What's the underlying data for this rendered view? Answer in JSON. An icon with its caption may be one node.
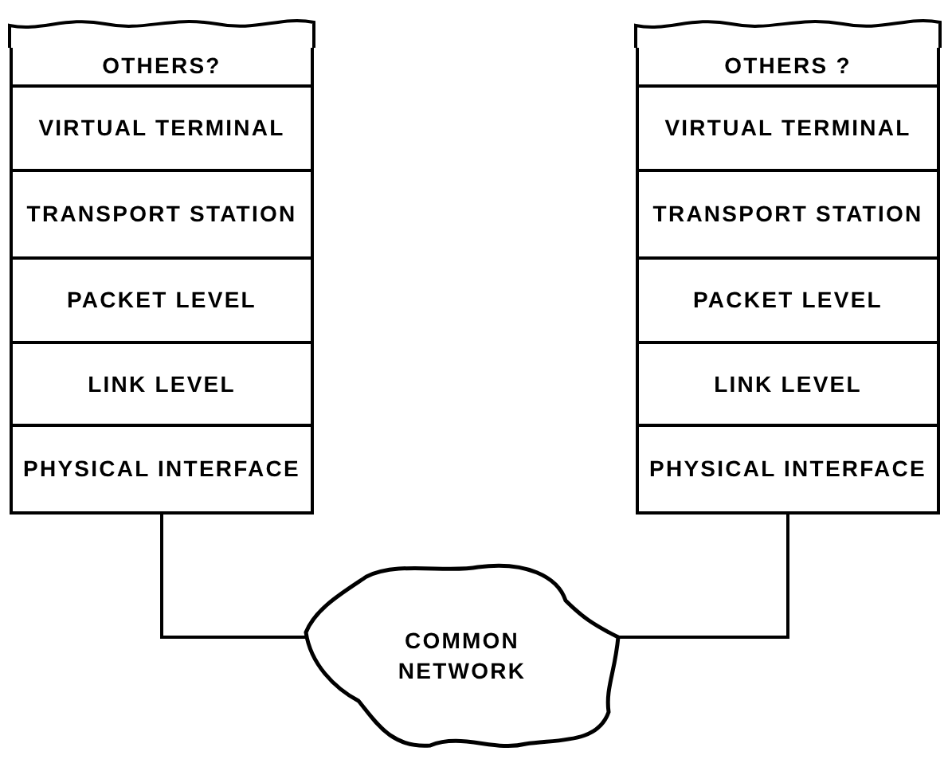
{
  "diagram": {
    "nodes": [
      {
        "text": [
          "OTHERS?"
        ]
      },
      {
        "text": [
          "VIRTUAL TERMINAL"
        ]
      },
      {
        "text": [
          "TRANSPORT STATION"
        ]
      },
      {
        "text": [
          "PACKET LEVEL"
        ]
      },
      {
        "text": [
          "LINK LEVEL"
        ]
      },
      {
        "text": [
          "PHYSICAL INTERFACE"
        ]
      },
      {
        "text": [
          "OTHERS ?"
        ]
      },
      {
        "text": [
          "VIRTUAL TERMINAL"
        ]
      },
      {
        "text": [
          "TRANSPORT STATION"
        ]
      },
      {
        "text": [
          "PACKET LEVEL"
        ]
      },
      {
        "text": [
          "LINK LEVEL"
        ]
      },
      {
        "text": [
          "PHYSICAL INTERFACE"
        ]
      },
      {
        "text": [
          "COMMON NETWORK"
        ]
      }
    ],
    "edges": [
      {
        "from": 5,
        "to": 12,
        "arrow": "none"
      },
      {
        "from": 11,
        "to": 12,
        "arrow": "none"
      }
    ]
  }
}
